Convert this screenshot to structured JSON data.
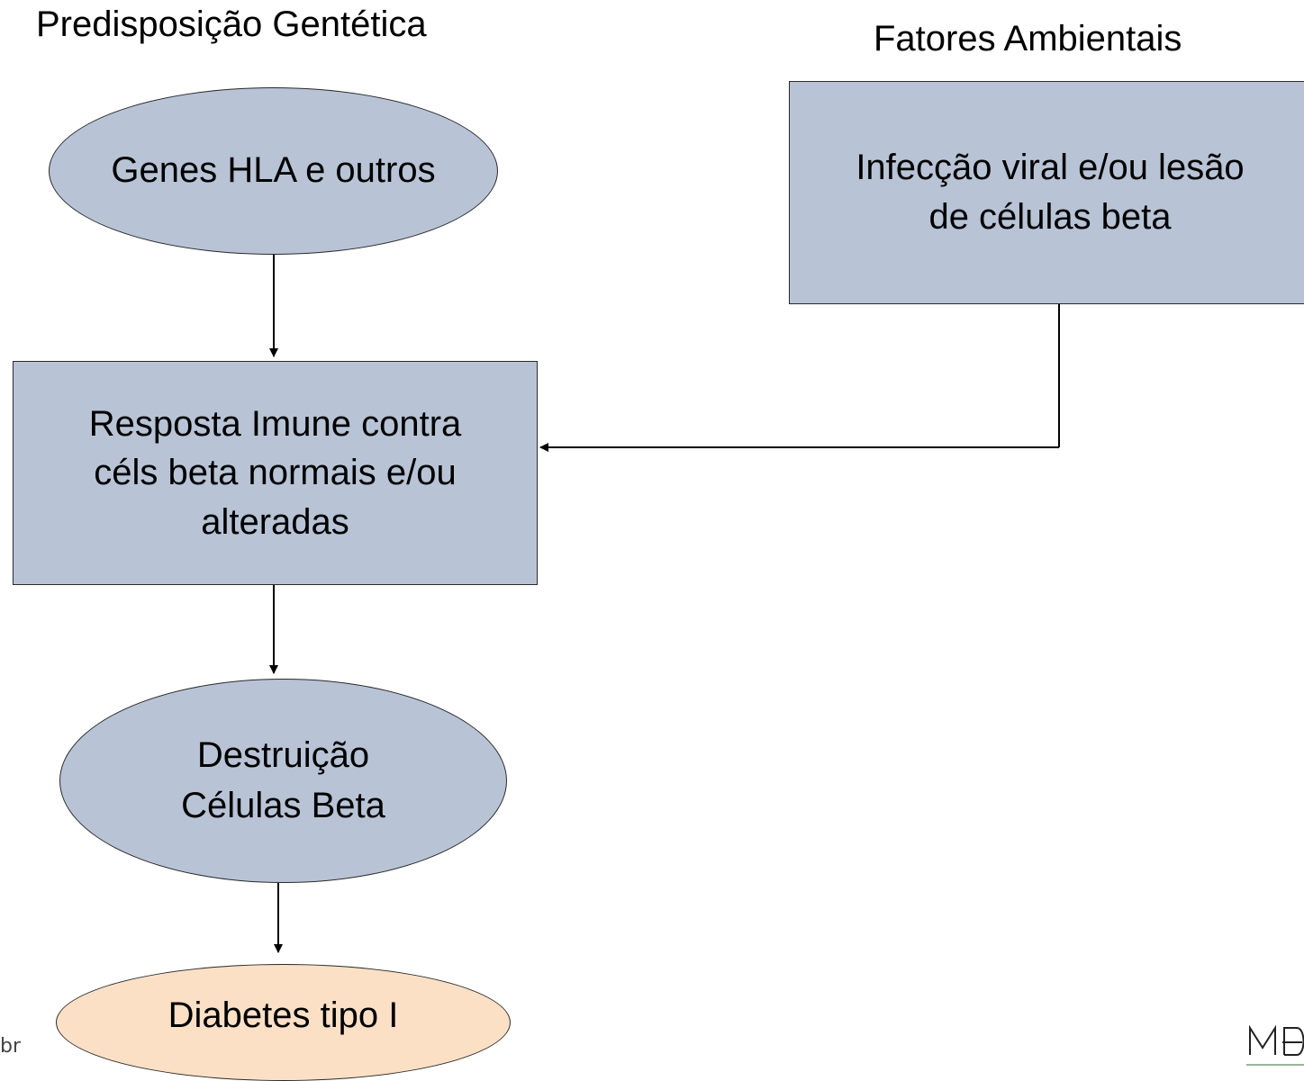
{
  "headings": {
    "genetic": "Predisposição Gentética",
    "environmental": "Fatores Ambientais"
  },
  "nodes": {
    "genes": [
      "Genes HLA e outros"
    ],
    "infection": [
      "Infecção viral e/ou lesão",
      "de células beta"
    ],
    "immune_response": [
      "Resposta Imune contra",
      "céls beta normais e/ou",
      "alteradas"
    ],
    "destruction": [
      "Destruição",
      "Células Beta"
    ],
    "diabetes": [
      "Diabetes tipo I"
    ]
  },
  "footer": {
    "text": "br"
  },
  "colors": {
    "box_fill": "#b8c4d6",
    "outcome_fill": "#fbe0c6",
    "stroke": "#2a2a2a"
  }
}
